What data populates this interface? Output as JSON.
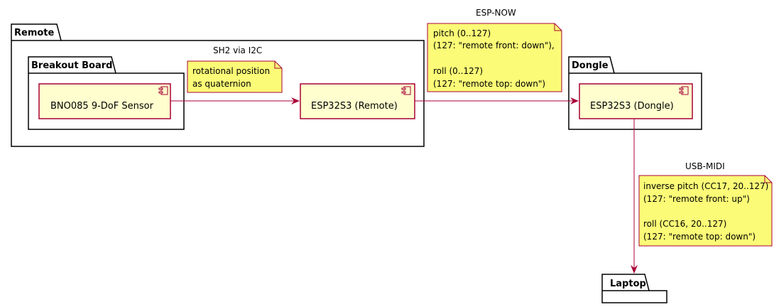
{
  "colors": {
    "component_fill": "#FEFECE",
    "component_border": "#A80036",
    "note_fill": "#FBFB77",
    "note_border": "#A80036",
    "arrow": "#A80036",
    "package_border": "#000000"
  },
  "packages": {
    "remote": "Remote",
    "breakout_board": "Breakout Board",
    "dongle": "Dongle",
    "laptop": "Laptop"
  },
  "components": {
    "sensor": "BNO085 9-DoF Sensor",
    "esp_remote": "ESP32S3 (Remote)",
    "esp_dongle": "ESP32S3 (Dongle)"
  },
  "edges": {
    "sh2": "SH2 via I2C",
    "espnow": "ESP-NOW",
    "usbmidi": "USB-MIDI"
  },
  "notes": {
    "sh2": [
      "rotational position",
      "as quaternion"
    ],
    "espnow": [
      "pitch (0..127)",
      "(127: \"remote front: down\"),",
      "",
      "roll (0..127)",
      "(127: \"remote top: down\")"
    ],
    "usbmidi": [
      "inverse pitch (CC17, 20..127)",
      "(127: \"remote front: up\")",
      "",
      "roll (CC16, 20..127)",
      "(127: \"remote top: down\")"
    ]
  }
}
